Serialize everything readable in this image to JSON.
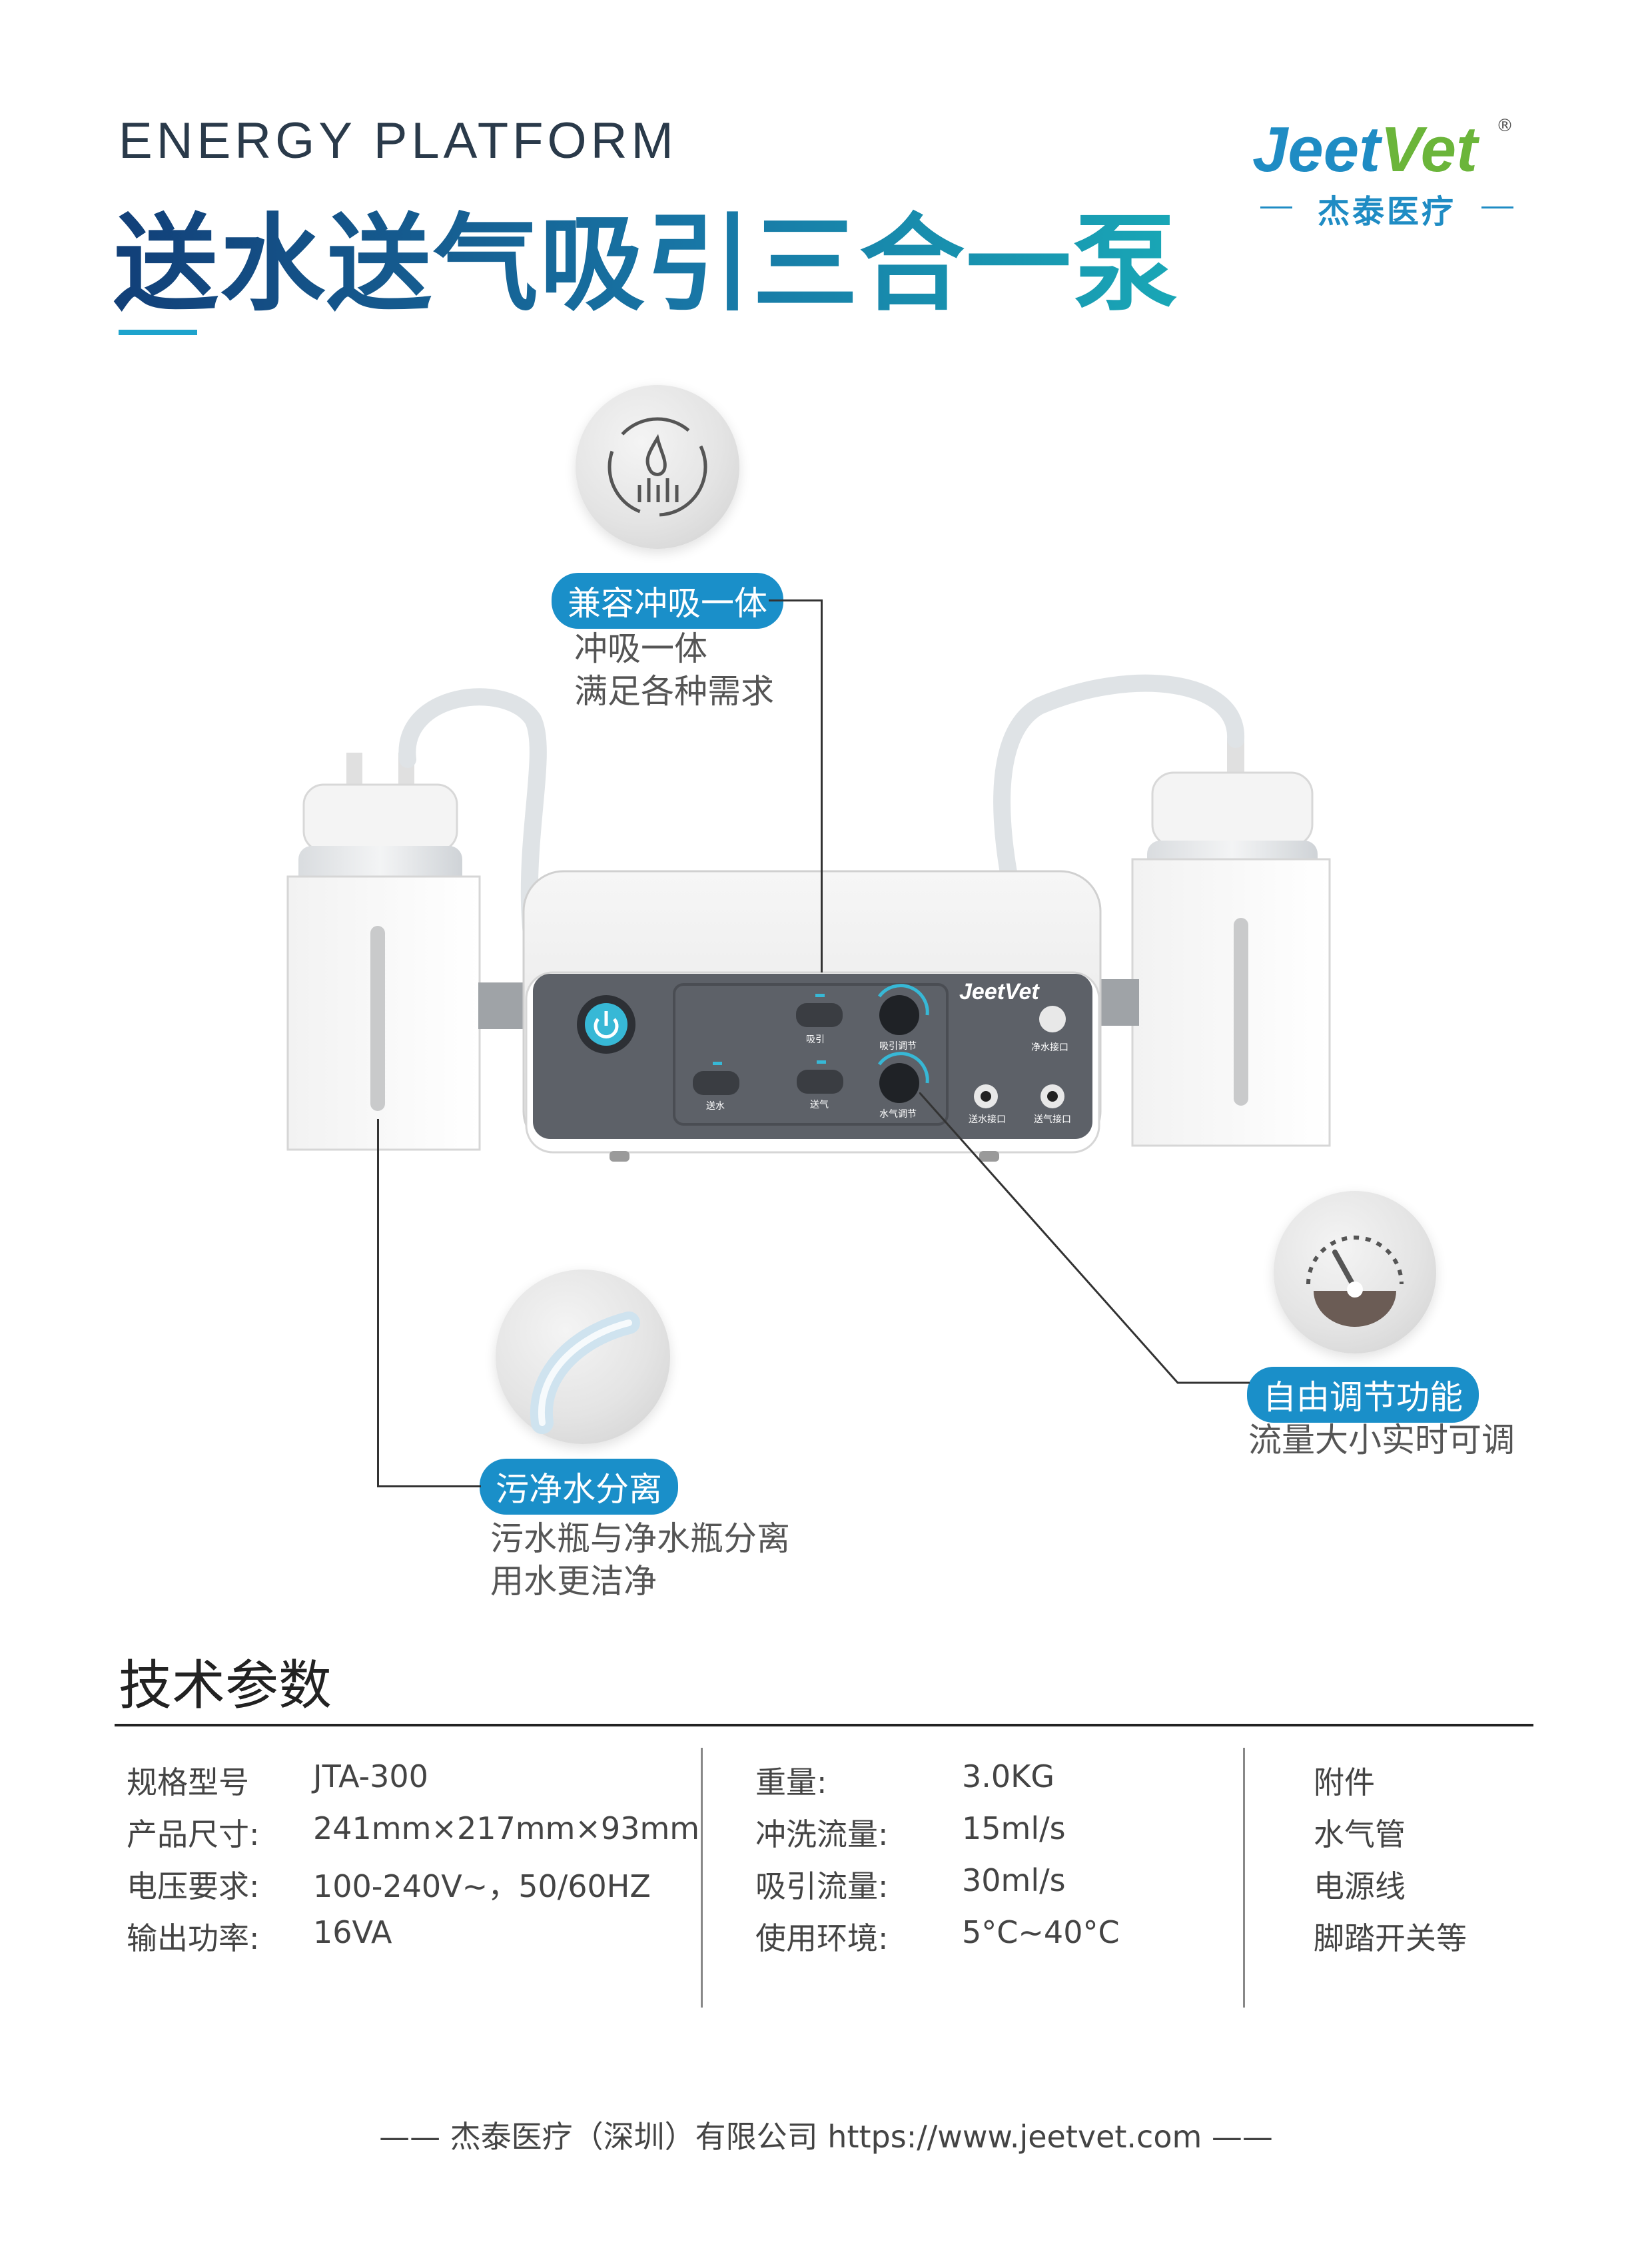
{
  "header": {
    "eyebrow": "ENERGY PLATFORM",
    "title": "送水送气吸引三合一泵"
  },
  "logo": {
    "brand_j": "Jeet",
    "brand_v": "Vet",
    "registered": "®",
    "subtitle": "杰泰医疗"
  },
  "features": [
    {
      "title": "兼容冲吸一体",
      "lines": [
        "冲吸一体",
        "满足各种需求"
      ],
      "icon": "water-cycle-icon"
    },
    {
      "title": "自由调节功能",
      "lines": [
        "流量大小实时可调"
      ],
      "icon": "gauge-icon"
    },
    {
      "title": "污净水分离",
      "lines": [
        "污水瓶与净水瓶分离",
        "用水更洁净"
      ],
      "icon": "tube-icon"
    }
  ],
  "device": {
    "brand": "JeetVet",
    "btn_suction": "吸引",
    "btn_water": "送水",
    "btn_air": "送气",
    "knob_suction": "吸引调节",
    "knob_waterair": "水气调节",
    "port_clean_water": "净水接口",
    "port_water": "送水接口",
    "port_air": "送气接口"
  },
  "specs": {
    "heading": "技术参数",
    "col1": [
      {
        "label": "规格型号",
        "value": "JTA-300"
      },
      {
        "label": "产品尺寸:",
        "value": "241mm×217mm×93mm"
      },
      {
        "label": "电压要求:",
        "value": "100-240V~，50/60HZ"
      },
      {
        "label": "输出功率:",
        "value": "16VA"
      }
    ],
    "col2": [
      {
        "label": "重量:",
        "value": "3.0KG"
      },
      {
        "label": "冲洗流量:",
        "value": "15ml/s"
      },
      {
        "label": "吸引流量:",
        "value": "30ml/s"
      },
      {
        "label": "使用环境:",
        "value": "5°C~40°C"
      }
    ],
    "col3": [
      "附件",
      "水气管",
      "电源线",
      "脚踏开关等"
    ]
  },
  "footer": "—— 杰泰医疗（深圳）有限公司 https://www.jeetvet.com ——",
  "colors": {
    "accent": "#1a8fc9",
    "title_start": "#123f78",
    "title_end": "#19a7b6",
    "panel": "#5d6168",
    "logo_green": "#6bb53a"
  }
}
